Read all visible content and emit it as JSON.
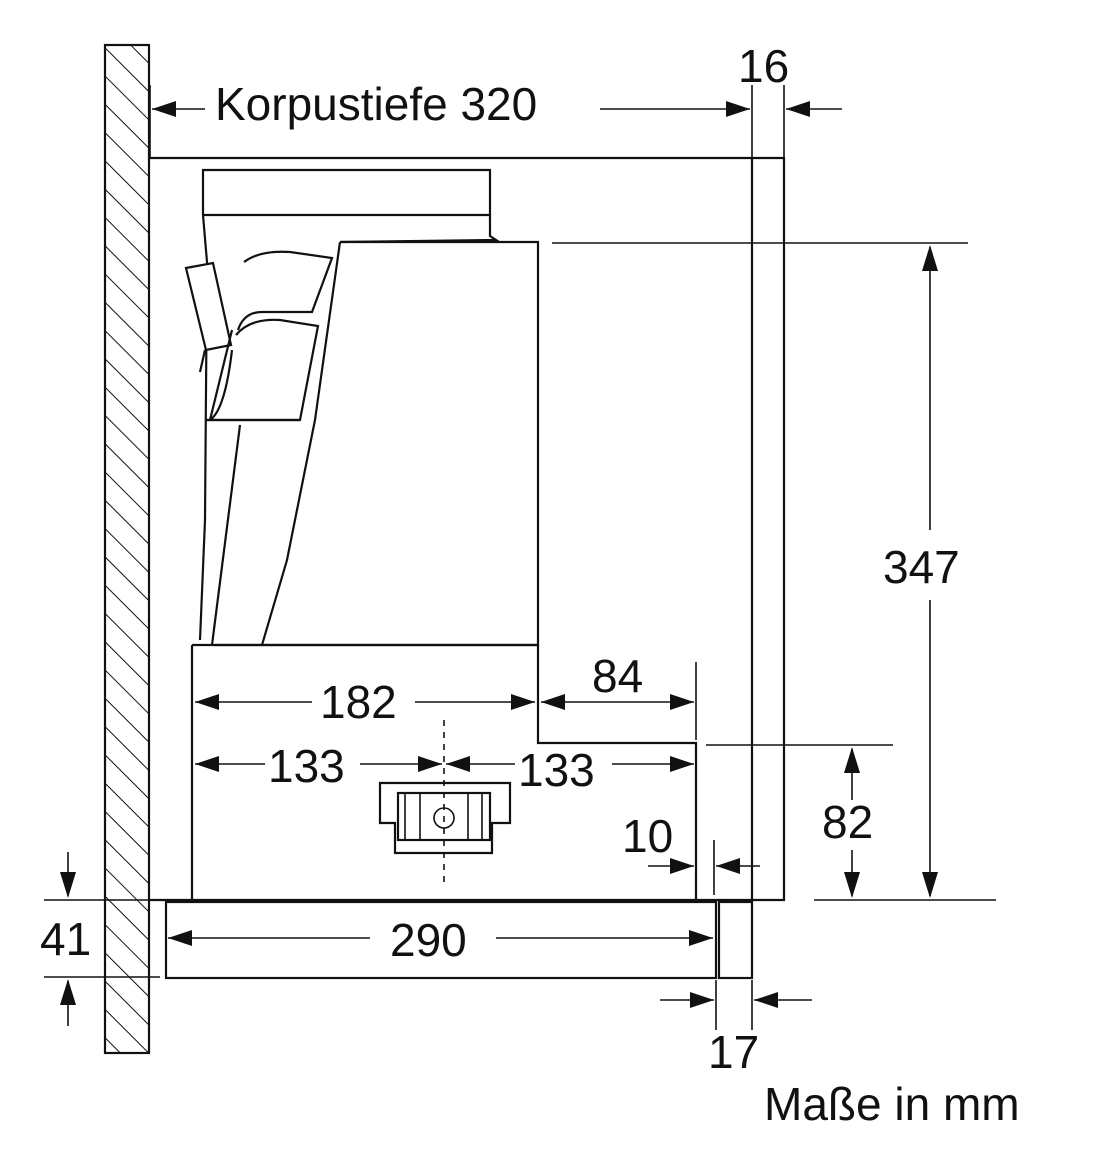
{
  "diagram": {
    "labels": {
      "korpustiefe": "Korpustiefe 320",
      "d16": "16",
      "d347": "347",
      "d84": "84",
      "d182": "182",
      "d133_left": "133",
      "d133_right": "133",
      "d82": "82",
      "d10": "10",
      "d41": "41",
      "d290": "290",
      "d17": "17",
      "units": "Maße in mm"
    }
  }
}
